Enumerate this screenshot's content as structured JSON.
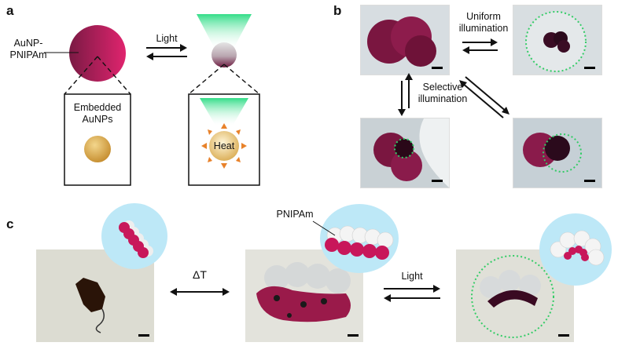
{
  "panel_a": {
    "letter": "a",
    "material_label": "AuNP-\nPNIPAm",
    "arrow_label": "Light",
    "box_left_label": "Embedded\nAuNPs",
    "box_right_label": "Heat",
    "colors": {
      "gel": "#b8185e",
      "gold": "#d8a84a",
      "light": "#3ddc8a",
      "heat_arrow": "#e8822a"
    }
  },
  "panel_b": {
    "letter": "b",
    "uniform_label": "Uniform\nillumination",
    "selective_label": "Selective\nillumination",
    "colors": {
      "dotted_circle": "#33cc66"
    }
  },
  "panel_c": {
    "letter": "c",
    "pnipam_label": "PNIPAm",
    "delta_t_label": "ΔT",
    "light_label": "Light",
    "colors": {
      "bubble": "#bde8f7",
      "bead": "#c8175a"
    }
  }
}
